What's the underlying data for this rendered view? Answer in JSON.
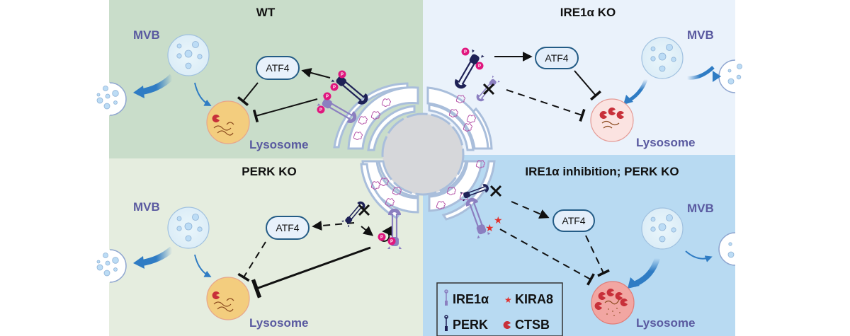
{
  "figure": {
    "panels": [
      {
        "id": "wt",
        "title": "WT",
        "background": "#c9ddca",
        "mvb_label": "MVB",
        "lysosome_label": "Lysosome",
        "atf4_label": "ATF4",
        "lysosome_color": "#f3cd7e",
        "ctsb_count": 1
      },
      {
        "id": "ire1a-ko",
        "title": "IRE1α KO",
        "background": "#eaf2fb",
        "mvb_label": "MVB",
        "lysosome_label": "Lysosome",
        "atf4_label": "ATF4",
        "lysosome_color": "#fbe3e1",
        "ctsb_count": 3
      },
      {
        "id": "perk-ko",
        "title": "PERK KO",
        "background": "#e5eddf",
        "mvb_label": "MVB",
        "lysosome_label": "Lysosome",
        "atf4_label": "ATF4",
        "lysosome_color": "#f3cd7e",
        "ctsb_count": 1
      },
      {
        "id": "ire1a-inhibition-perk-ko",
        "title": "IRE1α inhibition; PERK KO",
        "background": "#b8daf2",
        "mvb_label": "MVB",
        "lysosome_label": "Lysosome",
        "atf4_label": "ATF4",
        "lysosome_color": "#f2a6a2",
        "ctsb_count": 5
      }
    ],
    "phospho_label": "P",
    "legend": {
      "items": [
        {
          "symbol": "ire1a-receptor-icon",
          "label": "IRE1α"
        },
        {
          "symbol": "kira8-star-icon",
          "label": "KIRA8"
        },
        {
          "symbol": "perk-receptor-icon",
          "label": "PERK"
        },
        {
          "symbol": "ctsb-icon",
          "label": "CTSB"
        }
      ]
    },
    "colors": {
      "mvb_label": "#5a5aa0",
      "arrow_blue": "#2f7cc4",
      "perk": "#1e2156",
      "ire1a": "#8b7fc0",
      "phospho": "#e0177e",
      "kira8": "#e0312e",
      "ctsb": "#c8303a",
      "er_outline": "#a9bedb",
      "nucleus": "#d6d7da"
    }
  }
}
